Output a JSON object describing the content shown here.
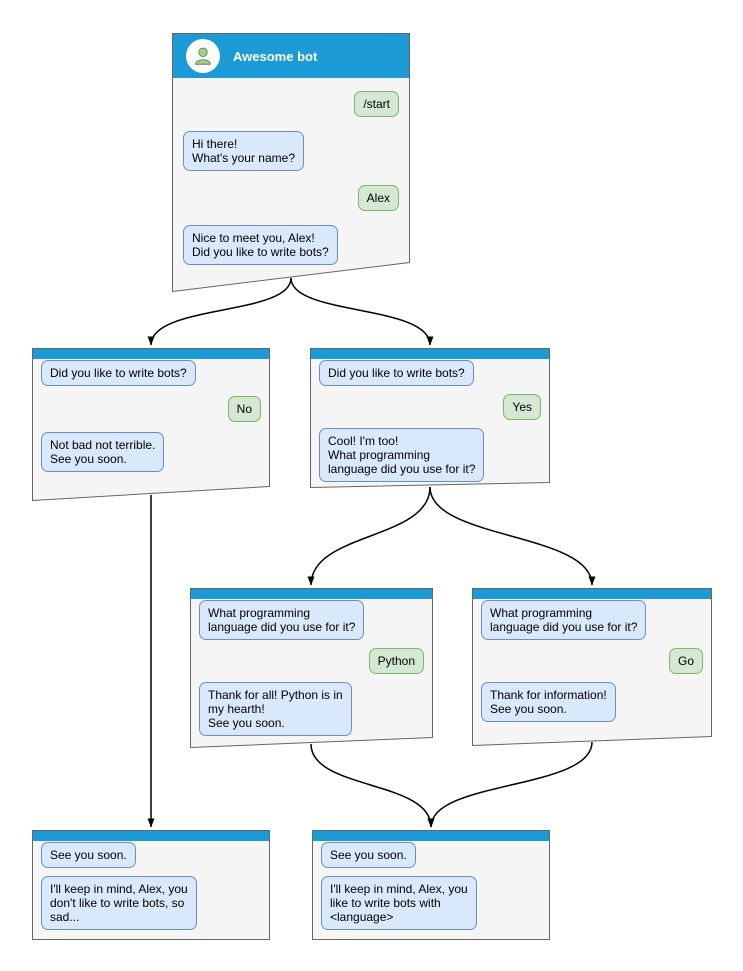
{
  "diagram": {
    "type": "chatbot-conversation-flowchart",
    "colors": {
      "header_blue": "#1c9ad6",
      "window_bg": "#f5f5f5",
      "window_border": "#666666",
      "bot_bubble_bg": "#dae8fc",
      "bot_bubble_border": "#6c8ebf",
      "user_bubble_bg": "#d5e8d4",
      "user_bubble_border": "#82b366",
      "connector": "#000000"
    }
  },
  "windows": [
    {
      "name": "root",
      "title": "Awesome bot",
      "avatar_icon": "person-icon",
      "messages": [
        {
          "from": "user",
          "text": "/start"
        },
        {
          "from": "bot",
          "text": "Hi there!\nWhat's your name?"
        },
        {
          "from": "user",
          "text": "Alex"
        },
        {
          "from": "bot",
          "text": "Nice to meet you, Alex!\nDid you like to write bots?"
        }
      ]
    },
    {
      "name": "branch-no",
      "messages": [
        {
          "from": "bot",
          "text": "Did you like to write bots?"
        },
        {
          "from": "user",
          "text": "No"
        },
        {
          "from": "bot",
          "text": "Not bad not terrible.\nSee you soon."
        }
      ]
    },
    {
      "name": "branch-yes",
      "messages": [
        {
          "from": "bot",
          "text": "Did you like to write bots?"
        },
        {
          "from": "user",
          "text": "Yes"
        },
        {
          "from": "bot",
          "text": "Cool! I'm too!\nWhat programming\nlanguage did you use for it?"
        }
      ]
    },
    {
      "name": "branch-python",
      "messages": [
        {
          "from": "bot",
          "text": "What programming\nlanguage did you use for it?"
        },
        {
          "from": "user",
          "text": "Python"
        },
        {
          "from": "bot",
          "text": "Thank for all! Python is in\nmy hearth!\nSee you soon."
        }
      ]
    },
    {
      "name": "branch-go",
      "messages": [
        {
          "from": "bot",
          "text": "What programming\nlanguage did you use for it?"
        },
        {
          "from": "user",
          "text": "Go"
        },
        {
          "from": "bot",
          "text": "Thank for information!\nSee you soon."
        }
      ]
    },
    {
      "name": "end-no",
      "messages": [
        {
          "from": "bot",
          "text": "See you soon."
        },
        {
          "from": "bot",
          "text": "I'll keep in mind, Alex, you\ndon't like to write bots, so\nsad..."
        }
      ]
    },
    {
      "name": "end-yes",
      "messages": [
        {
          "from": "bot",
          "text": "See you soon."
        },
        {
          "from": "bot",
          "text": "I'll keep in mind, Alex, you\nlike to write bots with\n<language>"
        }
      ]
    }
  ]
}
